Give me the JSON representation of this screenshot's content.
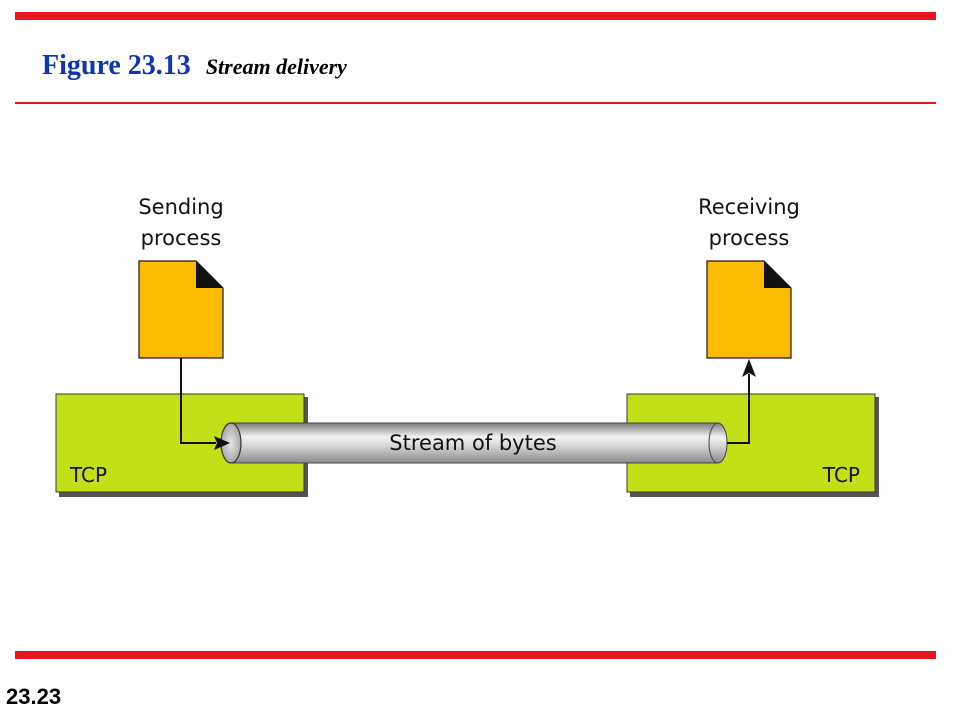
{
  "header": {
    "figure_label": "Figure 23.13",
    "caption": "Stream delivery"
  },
  "diagram": {
    "sender": {
      "label_line1": "Sending",
      "label_line2": "process",
      "box_label": "TCP"
    },
    "receiver": {
      "label_line1": "Receiving",
      "label_line2": "process",
      "box_label": "TCP"
    },
    "pipe_label": "Stream of bytes",
    "colors": {
      "document": "#fbbb00",
      "tcp_box": "#c3df18",
      "pipe": "#c8c8c8",
      "accent_rule": "#e8141e",
      "title_blue": "#0f36b4"
    }
  },
  "footer": {
    "slide_number": "23.23"
  }
}
